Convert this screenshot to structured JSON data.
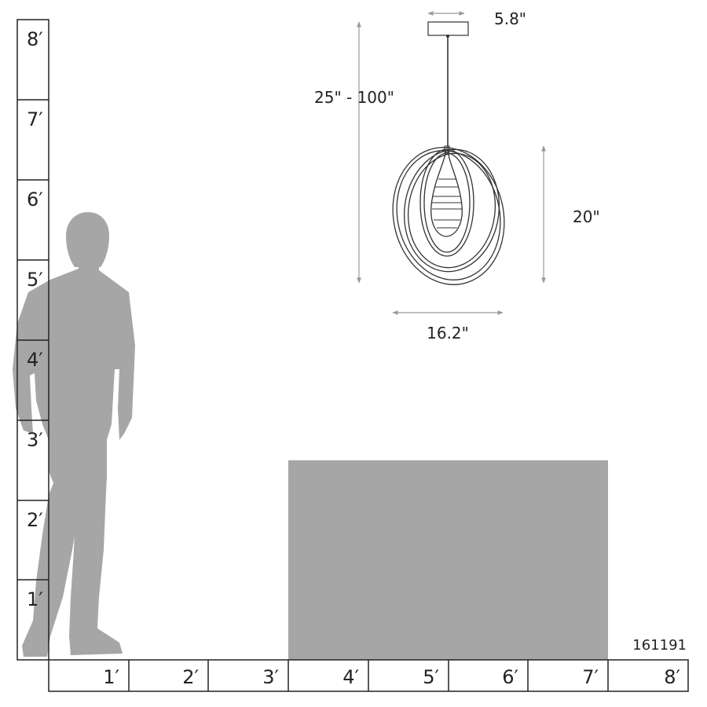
{
  "vertical_ruler": {
    "labels": [
      "8′",
      "7′",
      "6′",
      "5′",
      "4′",
      "3′",
      "2′",
      "1′"
    ]
  },
  "horizontal_ruler": {
    "labels": [
      "1′",
      "2′",
      "3′",
      "4′",
      "5′",
      "6′",
      "7′",
      "8′"
    ]
  },
  "dimensions": {
    "canopy_width": "5.8\"",
    "overall_height": "25\" - 100\"",
    "fixture_height": "20\"",
    "fixture_width": "16.2\""
  },
  "model_number": "161191",
  "colors": {
    "silhouette": "#a6a6a6",
    "table": "#a6a6a6",
    "dimension_line": "#9a9a9a",
    "ruler_line": "#222222"
  }
}
